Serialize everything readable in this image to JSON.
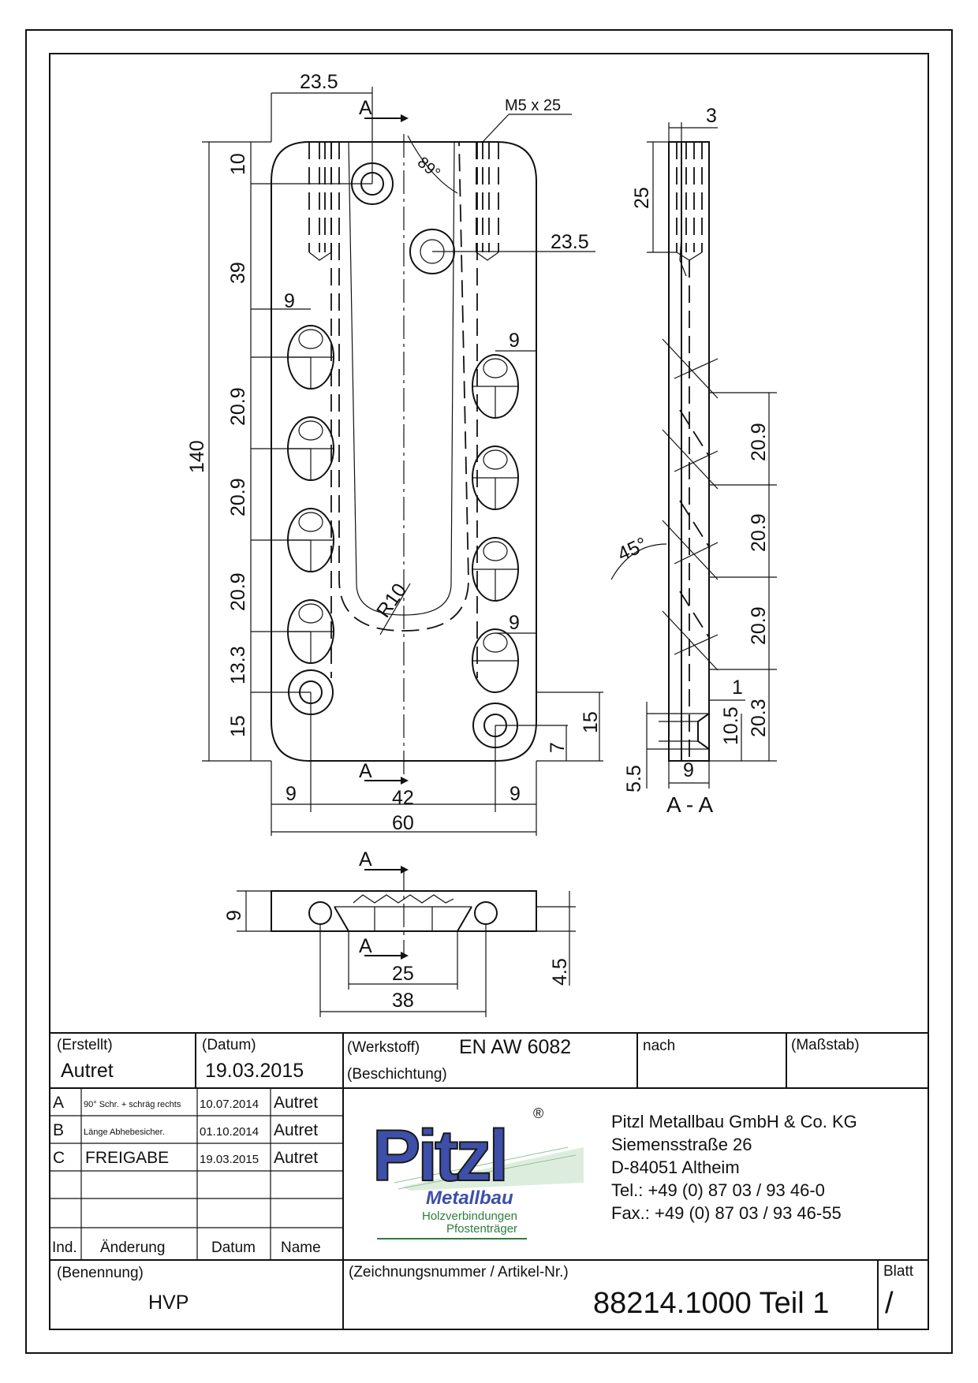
{
  "front_view": {
    "dims": {
      "d23_5_top": "23.5",
      "m5x25": "M5 x 25",
      "d10": "10",
      "d89": "89°",
      "d23_5_right": "23.5",
      "d39": "39",
      "d9_left": "9",
      "d9_right_top": "9",
      "d140": "140",
      "d20_9_a": "20.9",
      "d20_9_b": "20.9",
      "d20_9_c": "20.9",
      "r10": "R10",
      "d9_right_low": "9",
      "d13_3": "13.3",
      "d15_left": "15",
      "d15_right": "15",
      "d7": "7",
      "d9_bottom_left": "9",
      "d42": "42",
      "d9_bottom_right": "9",
      "d60": "60"
    },
    "section_marker": "A"
  },
  "side_view": {
    "dims": {
      "d3": "3",
      "d25": "25",
      "d20_9_a": "20.9",
      "d20_9_b": "20.9",
      "d20_9_c": "20.9",
      "d45": "45°",
      "d1": "1",
      "d10_5": "10.5",
      "d20_3": "20.3",
      "d5_5": "5.5",
      "d9": "9"
    },
    "caption": "A - A"
  },
  "bottom_view": {
    "dims": {
      "d9": "9",
      "d4_5": "4.5",
      "d25": "25",
      "d38": "38"
    },
    "section_marker": "A"
  },
  "title_block": {
    "erstellt_label": "(Erstellt)",
    "erstellt_value": "Autret",
    "datum_label": "(Datum)",
    "datum_value": "19.03.2015",
    "werkstoff_label": "(Werkstoff)",
    "werkstoff_value": "EN AW 6082",
    "beschichtung_label": "(Beschichtung)",
    "nach_label": "nach",
    "massstab_label": "(Maßstab)",
    "revisions": [
      {
        "ind": "A",
        "aenderung": "90° Schr. + schräg rechts",
        "datum": "10.07.2014",
        "name": "Autret"
      },
      {
        "ind": "B",
        "aenderung": "Länge Abhebesicher.",
        "datum": "01.10.2014",
        "name": "Autret"
      },
      {
        "ind": "C",
        "aenderung": "FREIGABE",
        "datum": "19.03.2015",
        "name": "Autret"
      }
    ],
    "rev_headers": {
      "ind": "Ind.",
      "aenderung": "Änderung",
      "datum": "Datum",
      "name": "Name"
    },
    "company": {
      "name": "Pitzl Metallbau GmbH & Co. KG",
      "street": "Siemensstraße 26",
      "city": "D-84051 Altheim",
      "tel": "Tel.:  +49 (0) 87 03 / 93 46-0",
      "fax": "Fax.: +49 (0) 87 03 / 93 46-55"
    },
    "logo": {
      "word": "Pitzl",
      "registered": "®",
      "sub1": "Metallbau",
      "sub2": "Holzverbindungen",
      "sub3": "Pfostenträger",
      "color": "#3d4fa8"
    },
    "benennung_label": "(Benennung)",
    "benennung_value": "HVP",
    "zeichnungsnummer_label": "(Zeichnungsnummer / Artikel-Nr.)",
    "zeichnungsnummer_value": "88214.1000 Teil 1",
    "blatt_label": "Blatt",
    "blatt_value": "/"
  }
}
